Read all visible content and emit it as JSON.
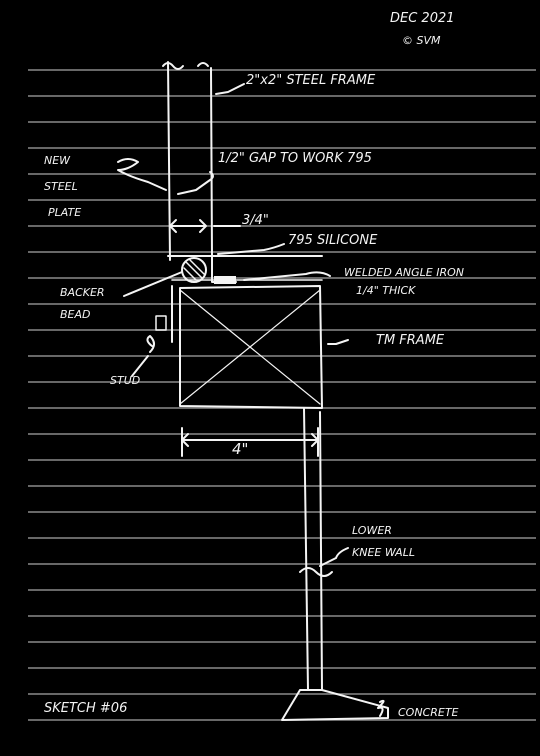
{
  "header": {
    "date": "DEC 2021",
    "author": "© SVM"
  },
  "labels": {
    "steel_frame": "2\"x2\" STEEL FRAME",
    "new_steel_plate": [
      "NEW",
      "STEEL",
      "PLATE"
    ],
    "gap": "1/2\" GAP TO WORK 795",
    "dim_three_quarter": "3/4\"",
    "silicone": "795 SILICONE",
    "welded_angle": [
      "WELDED ANGLE IRON",
      "1/4\" THICK"
    ],
    "backer_bead": [
      "BACKER",
      "BEAD"
    ],
    "tm_frame": "TM FRAME",
    "stud": "STUD",
    "dim_four": "4\"",
    "lower_knee_wall": [
      "LOWER",
      "KNEE WALL"
    ],
    "concrete": "CONCRETE",
    "sketch_id": "SKETCH #06"
  },
  "colors": {
    "background": "#000000",
    "ink": "#f4f4f4",
    "ruled_line": "#8a8a8a"
  }
}
